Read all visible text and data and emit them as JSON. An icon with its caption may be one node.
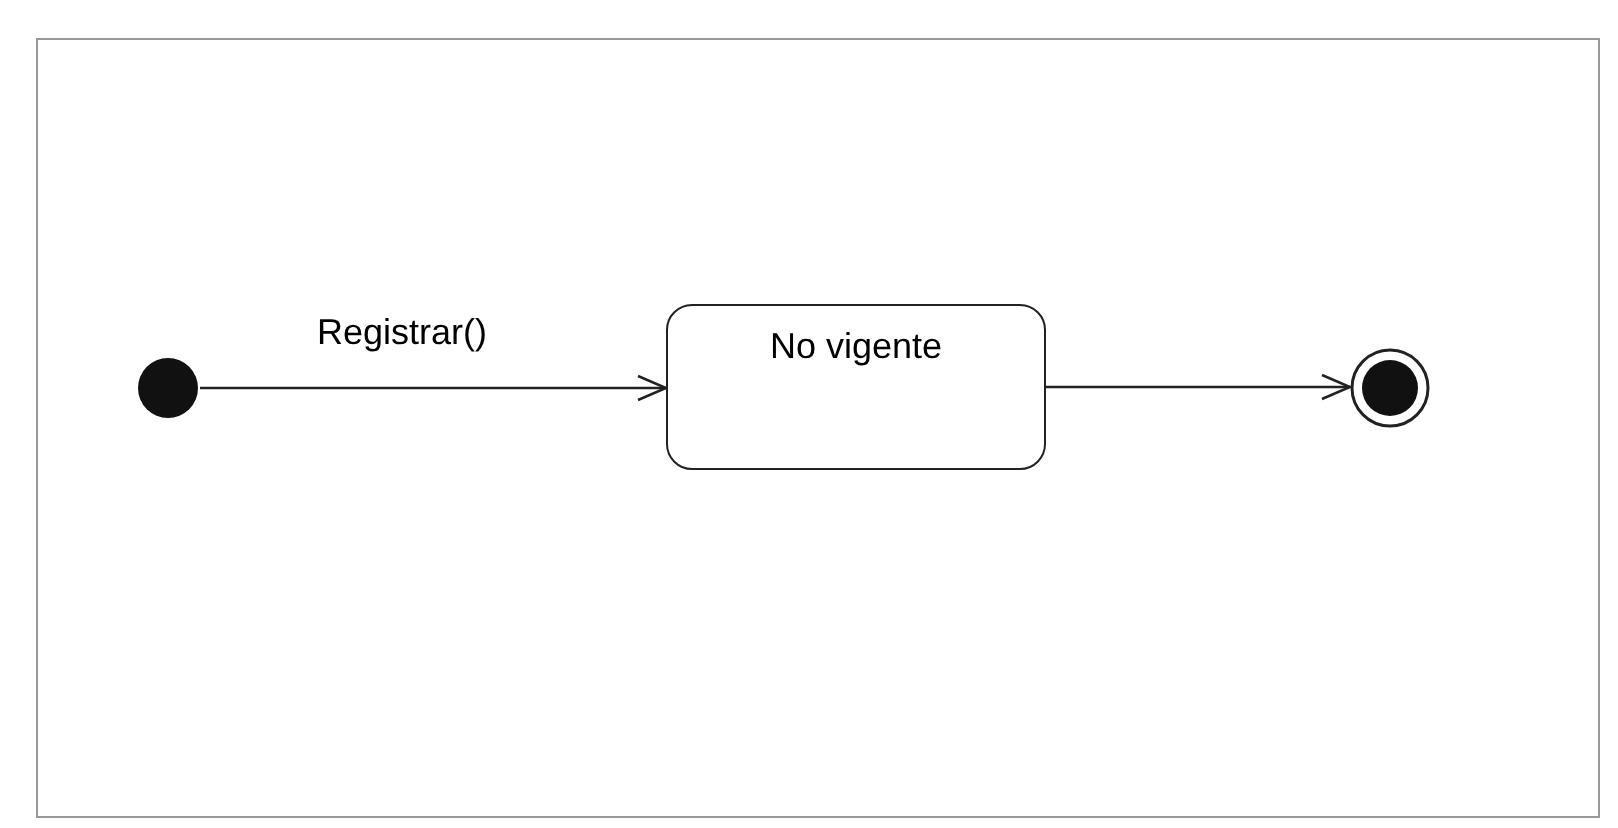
{
  "diagram": {
    "nodes": [
      {
        "text": [],
        "shape": "circle"
      },
      {
        "text": [
          "No vigente"
        ]
      },
      {
        "text": [],
        "shape": "bullseye"
      }
    ],
    "edges": [
      {
        "from": 0,
        "to": 1,
        "arrow": "to",
        "label": "Registrar()"
      },
      {
        "from": 1,
        "to": 2,
        "arrow": "to"
      }
    ]
  }
}
